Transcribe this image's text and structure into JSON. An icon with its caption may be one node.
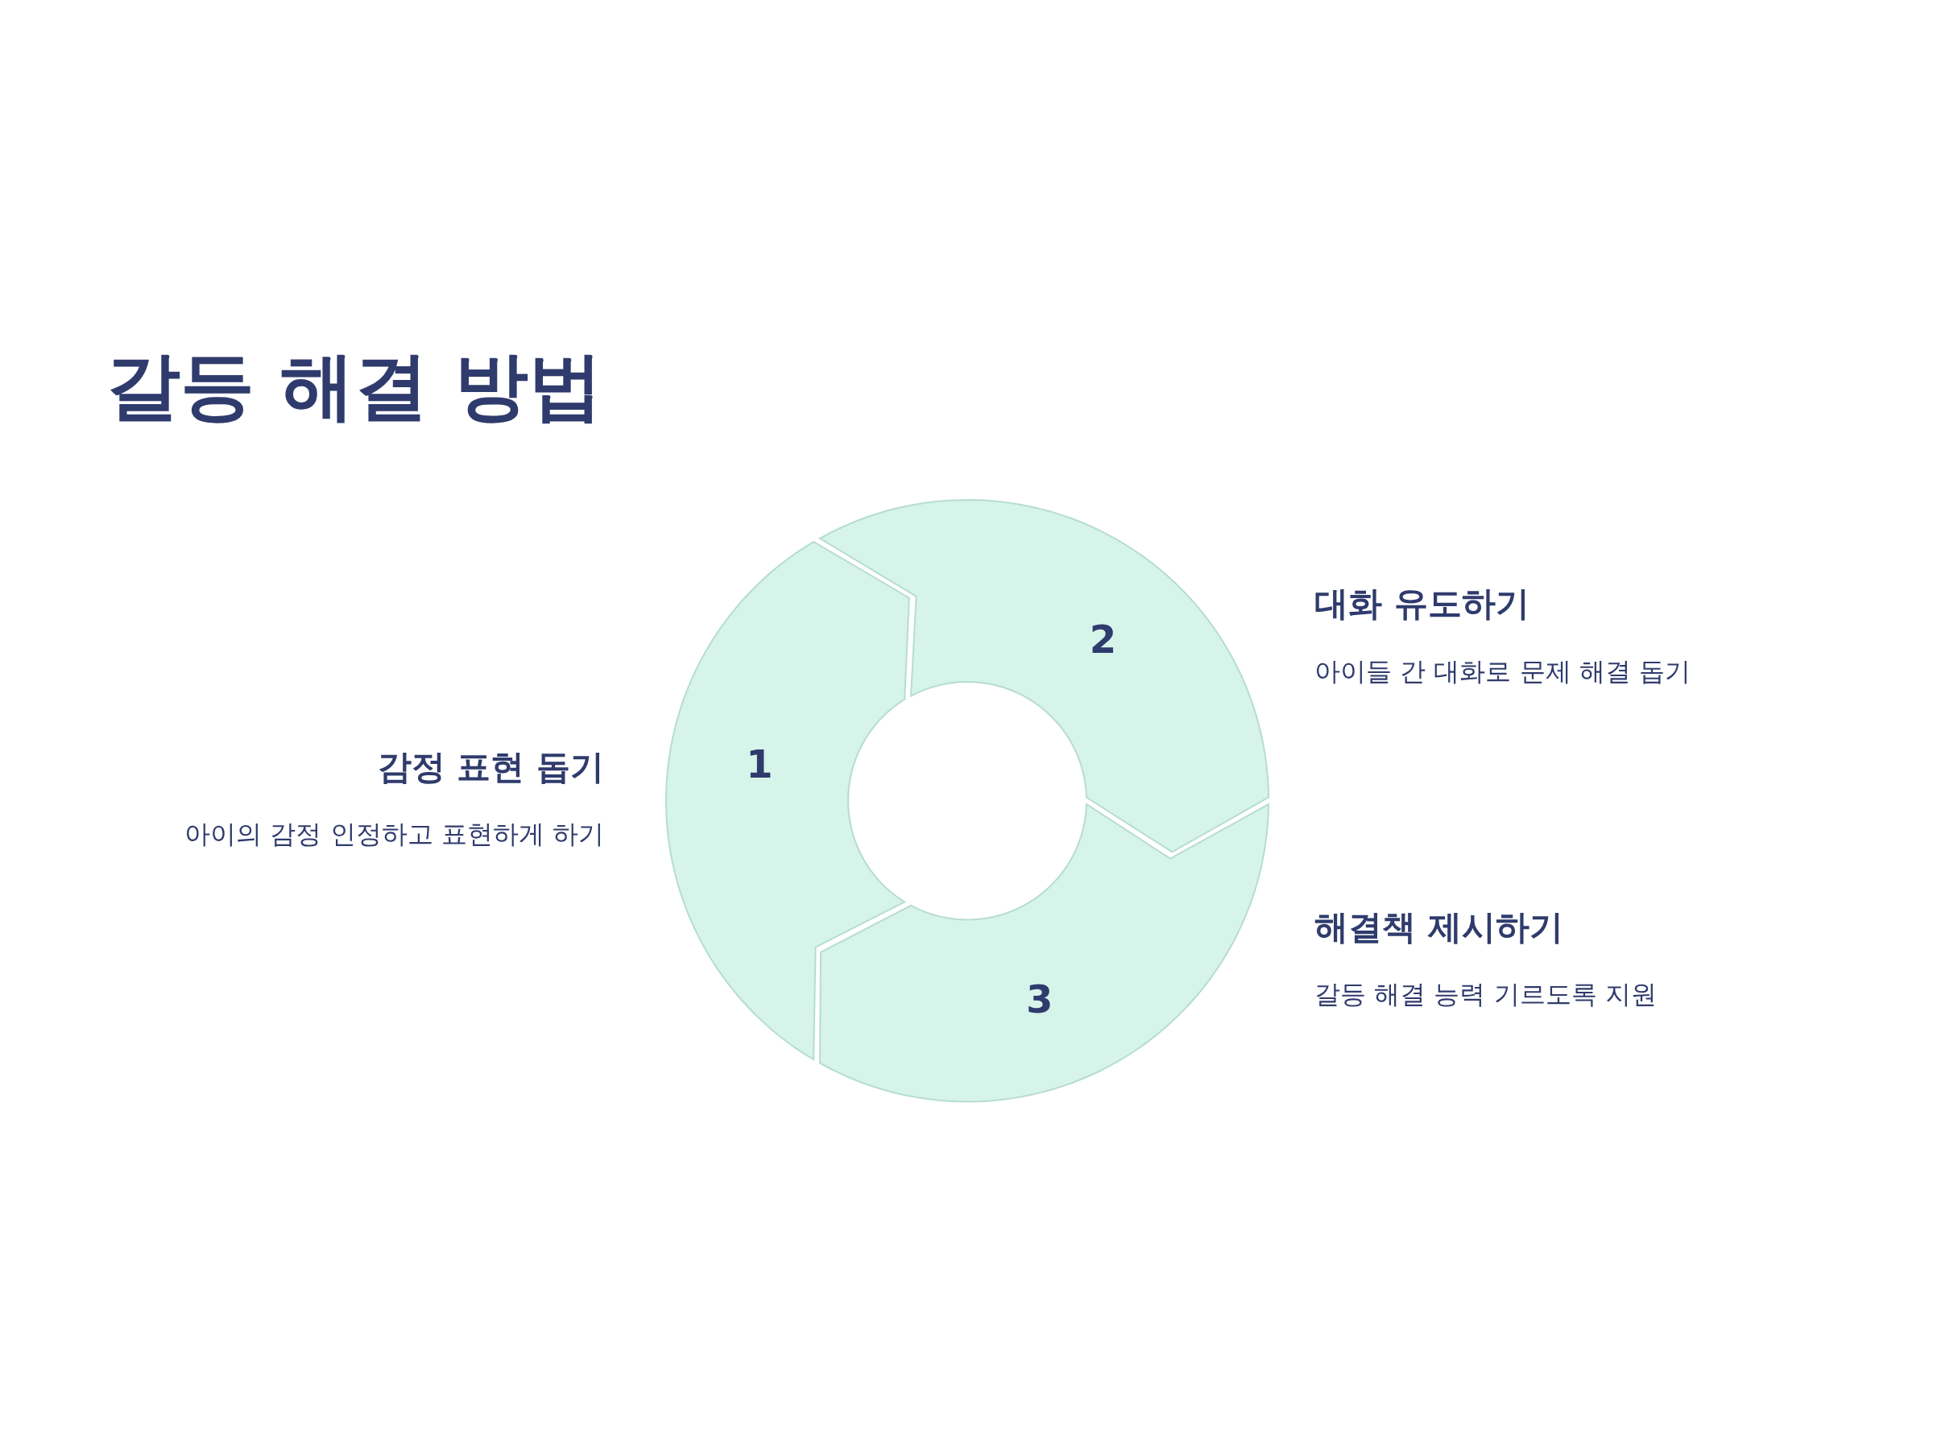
{
  "diagram": {
    "title": "갈등 해결 방법",
    "nodes": [
      {
        "text": [
          "1"
        ],
        "beside": [
          "감정 표현 돕기",
          "아이의 감정 인정하고 표현하게 하기"
        ]
      },
      {
        "text": [
          "2"
        ],
        "beside": [
          "대화 유도하기",
          "아이들 간 대화로 문제 해결 돕기"
        ]
      },
      {
        "text": [
          "3"
        ],
        "beside": [
          "해결책 제시하기",
          "갈등 해결 능력 기르도록 지원"
        ]
      }
    ]
  }
}
